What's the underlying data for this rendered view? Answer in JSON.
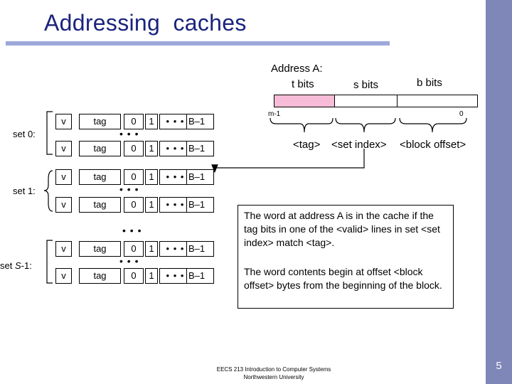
{
  "slide": {
    "title": "Addressing  caches",
    "number": "5",
    "footer_line1": "EECS 213 Introduction to Computer Systems",
    "footer_line2": "Northwestern University"
  },
  "address": {
    "title": "Address A:",
    "t_bits": "t bits",
    "s_bits": "s bits",
    "b_bits": "b bits",
    "msb_label": "m-1",
    "lsb_label": "0",
    "field_tag": "<tag>",
    "field_set_index": "<set index>",
    "field_block_offset": "<block offset>",
    "tag_fill_color": "#f7bcd7"
  },
  "cache": {
    "sets": [
      {
        "label": "set 0:"
      },
      {
        "label": "set 1:"
      },
      {
        "label": "set S-1:",
        "label_prefix": "set ",
        "label_italic": "S",
        "label_suffix": "-1:"
      }
    ],
    "line_cells": {
      "valid": "v",
      "tag": "tag",
      "first_byte": "0",
      "second_byte": "1",
      "ellipsis": "• • •",
      "last_byte": "B–1"
    },
    "between_lines_ellipsis": "• • •",
    "between_sets_ellipsis": "• • •"
  },
  "notes": {
    "hit_rule": "The word at address A is in the cache if the tag bits in one of the <valid> lines in set <set index> match <tag>.",
    "offset_rule": "The word contents begin at offset <block offset> bytes from the beginning of the block."
  }
}
